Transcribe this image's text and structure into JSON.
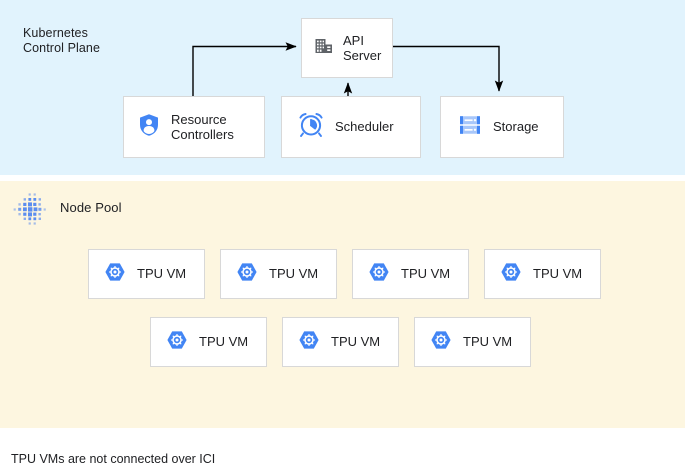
{
  "panels": {
    "control_plane": {
      "title": "Kubernetes\nControl Plane",
      "bg_color": "#e1f3fd"
    },
    "node_pool": {
      "title": "Node Pool",
      "bg_color": "#fdf6e0",
      "icon": "dot-cluster-icon"
    }
  },
  "control_plane_nodes": [
    {
      "id": "api-server",
      "label": "API\nServer",
      "icon": "building-icon",
      "icon_color": "#5f6368"
    },
    {
      "id": "resource-controllers",
      "label": "Resource\nControllers",
      "icon": "shield-user-icon",
      "icon_color": "#4285f4"
    },
    {
      "id": "scheduler",
      "label": "Scheduler",
      "icon": "alarm-clock-icon",
      "icon_color": "#4285f4"
    },
    {
      "id": "storage",
      "label": "Storage",
      "icon": "server-rack-icon",
      "icon_color": "#4285f4"
    }
  ],
  "connectors": [
    {
      "from": "resource-controllers",
      "to": "api-server"
    },
    {
      "from": "api-server",
      "to": "storage"
    },
    {
      "from": "scheduler",
      "to": "api-server"
    }
  ],
  "node_pool_vms": {
    "row1": [
      {
        "label": "TPU VM",
        "icon": "tpu-hex-icon"
      },
      {
        "label": "TPU VM",
        "icon": "tpu-hex-icon"
      },
      {
        "label": "TPU VM",
        "icon": "tpu-hex-icon"
      },
      {
        "label": "TPU VM",
        "icon": "tpu-hex-icon"
      }
    ],
    "row2": [
      {
        "label": "TPU VM",
        "icon": "tpu-hex-icon"
      },
      {
        "label": "TPU VM",
        "icon": "tpu-hex-icon"
      },
      {
        "label": "TPU VM",
        "icon": "tpu-hex-icon"
      }
    ]
  },
  "caption": "TPU VMs are not connected over ICI",
  "colors": {
    "accent_blue": "#4285f4",
    "icon_gray": "#5f6368",
    "text": "#202124",
    "box_border": "#d8d8d8",
    "connector": "#000000"
  }
}
